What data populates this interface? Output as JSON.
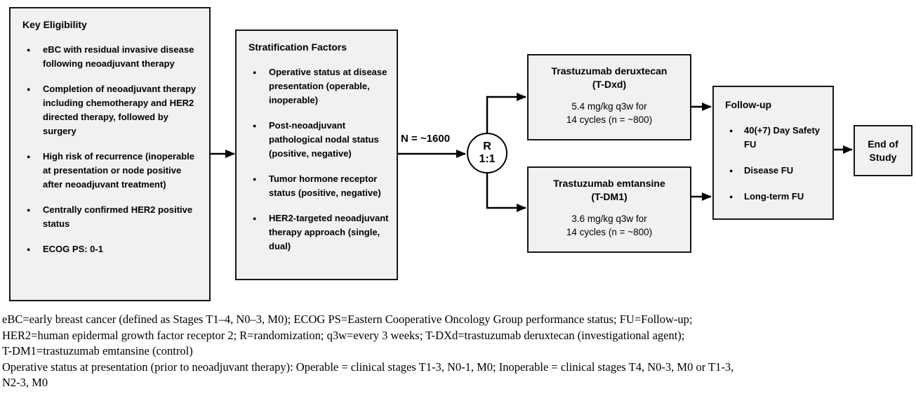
{
  "glyphs": {
    "bullet": "●"
  },
  "colors": {
    "box_fill": "#f1f1f1",
    "box_border": "#161616",
    "connector": "#000000"
  },
  "eligibility": {
    "title": "Key Eligibility",
    "items": [
      "eBC with residual invasive disease following neoadjuvant therapy",
      "Completion of neoadjuvant therapy including chemotherapy and HER2 directed therapy, followed by surgery",
      "High risk of recurrence (inoperable at presentation or node positive after neoadjuvant treatment)",
      "Centrally confirmed HER2 positive status",
      "ECOG PS: 0-1"
    ]
  },
  "stratification": {
    "title": "Stratification Factors",
    "items": [
      "Operative status at disease presentation (operable, inoperable)",
      "Post-neoadjuvant pathological nodal status (positive, negative)",
      "Tumor hormone receptor status (positive, negative)",
      "HER2-targeted neoadjuvant therapy approach (single, dual)"
    ]
  },
  "randomization": {
    "n_label": "N = ~1600",
    "r_label": "R",
    "ratio_label": "1:1"
  },
  "arms": [
    {
      "name": "Trastuzumab deruxtecan",
      "abbr": "(T-Dxd)",
      "dose_line1": "5.4 mg/kg q3w for",
      "dose_line2": "14 cycles (n = ~800)"
    },
    {
      "name": "Trastuzumab emtansine",
      "abbr": "(T-DM1)",
      "dose_line1": "3.6 mg/kg q3w for",
      "dose_line2": "14 cycles (n = ~800)"
    }
  ],
  "followup": {
    "title": "Follow-up",
    "items": [
      "40(+7) Day Safety FU",
      "Disease FU",
      "Long-term FU"
    ]
  },
  "end_of_study": {
    "label": "End of Study"
  },
  "footnotes": {
    "lines": [
      "eBC=early breast cancer (defined as Stages T1–4, N0–3, M0); ECOG PS=Eastern Cooperative Oncology Group performance status; FU=Follow-up;",
      "HER2=human epidermal growth factor receptor 2; R=randomization; q3w=every 3 weeks; T-DXd=trastuzumab deruxtecan (investigational agent);",
      "T-DM1=trastuzumab emtansine (control)",
      "Operative status at presentation (prior to neoadjuvant therapy): Operable = clinical stages T1-3, N0-1, M0; Inoperable = clinical stages T4, N0-3, M0 or T1-3,",
      "N2-3, M0"
    ]
  }
}
